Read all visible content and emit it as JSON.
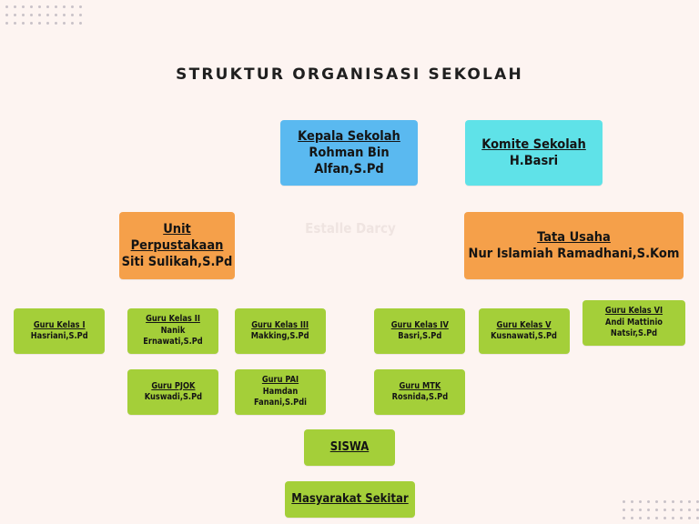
{
  "title": "STRUKTUR ORGANISASI SEKOLAH",
  "watermark": "Estalle Darcy",
  "colors": {
    "background": "#fdf4f1",
    "kepala": "#5ab9f0",
    "komite": "#5fe2e8",
    "staff": "#f5a04a",
    "guru": "#a4cf39"
  },
  "nodes": {
    "kepala": {
      "role": "Kepala Sekolah",
      "name": "Rohman Bin Alfan,S.Pd"
    },
    "komite": {
      "role": "Komite Sekolah",
      "name": "H.Basri"
    },
    "perpus": {
      "role": "Unit Perpustakaan",
      "name": "Siti Sulikah,S.Pd"
    },
    "tu": {
      "role": "Tata Usaha",
      "name": "Nur Islamiah Ramadhani,S.Kom"
    },
    "guru1": {
      "role": "Guru Kelas I",
      "name": "Hasriani,S.Pd"
    },
    "guru2": {
      "role": "Guru Kelas II",
      "name": "Nanik Ernawati,S.Pd"
    },
    "guru3": {
      "role": "Guru Kelas III",
      "name": "Makking,S.Pd"
    },
    "guru4": {
      "role": "Guru Kelas IV",
      "name": "Basri,S.Pd"
    },
    "guru5": {
      "role": "Guru Kelas V",
      "name": "Kusnawati,S.Pd"
    },
    "guru6": {
      "role": "Guru Kelas VI",
      "name": "Andi Mattinio Natsir,S.Pd"
    },
    "pjok": {
      "role": "Guru PJOK",
      "name": "Kuswadi,S.Pd"
    },
    "pai": {
      "role": "Guru PAI",
      "name": "Hamdan Fanani,S.Pdi"
    },
    "mtk": {
      "role": "Guru MTK",
      "name": "Rosnida,S.Pd"
    },
    "siswa": {
      "role": "SISWA"
    },
    "masyarakat": {
      "role": "Masyarakat Sekitar"
    }
  }
}
